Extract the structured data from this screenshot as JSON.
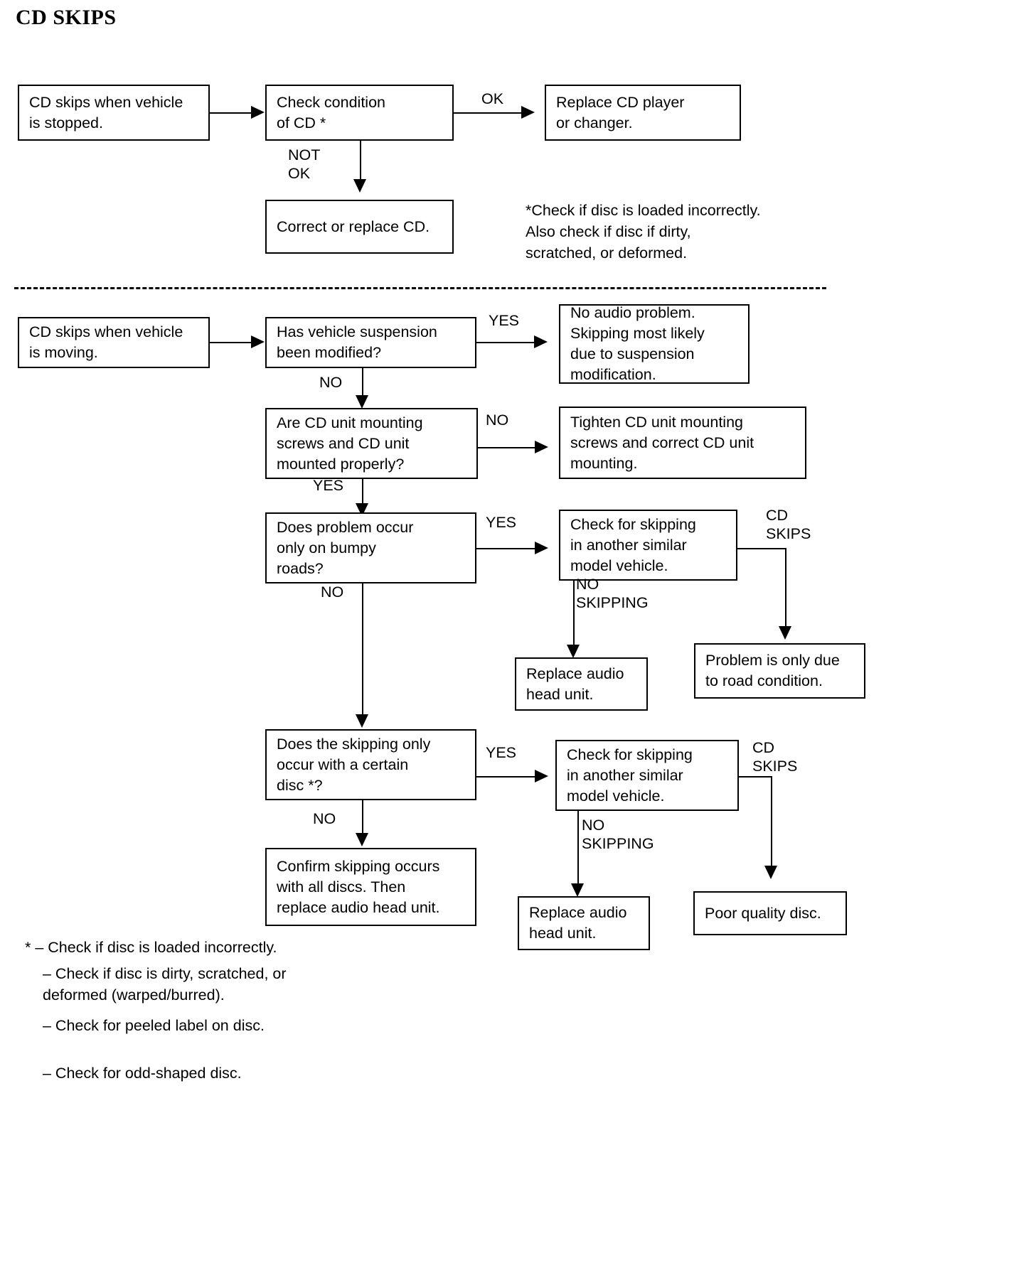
{
  "page": {
    "title": "CD SKIPS"
  },
  "section_stopped": {
    "start": "CD skips when vehicle\nis stopped.",
    "check": "Check condition\nof CD *",
    "ok_label": "OK",
    "replace_player": "Replace CD player\nor changer.",
    "not_ok_label": "NOT\nOK",
    "correct_cd": "Correct or replace CD.",
    "footnote": "*Check if disc is loaded incorrectly.\n Also check if disc if dirty,\n scratched, or deformed."
  },
  "section_moving": {
    "start": "CD skips when vehicle\nis moving.",
    "q_suspension": "Has vehicle suspension\nbeen modified?",
    "yes_label_1": "YES",
    "no_audio_problem": "No audio problem.\nSkipping most likely\ndue to suspension\nmodification.",
    "no_label_1": "NO",
    "q_mounting": "Are CD unit mounting\nscrews and CD unit\nmounted properly?",
    "no_label_2": "NO",
    "tighten": "Tighten CD unit mounting\nscrews and correct CD unit\nmounting.",
    "yes_label_2": "YES",
    "q_bumpy": "Does problem occur\nonly on bumpy\nroads?",
    "yes_label_3": "YES",
    "check_similar_1": "Check for skipping\nin another similar\nmodel vehicle.",
    "cd_skips_label_1": "CD\nSKIPS",
    "no_skipping_label_1": "NO\nSKIPPING",
    "replace_head_unit_1": "Replace audio\nhead unit.",
    "road_condition": "Problem is only due\nto road condition.",
    "no_label_3": "NO",
    "q_certain_disc": "Does the skipping only\noccur with a certain\ndisc *?",
    "yes_label_4": "YES",
    "check_similar_2": "Check for skipping\nin another similar\nmodel vehicle.",
    "cd_skips_label_2": "CD\nSKIPS",
    "no_skipping_label_2": "NO\nSKIPPING",
    "replace_head_unit_2": "Replace audio\nhead unit.",
    "poor_quality": "Poor quality disc.",
    "no_label_4": "NO",
    "confirm_all_discs": "Confirm skipping occurs\nwith all discs. Then\nreplace audio head unit."
  },
  "footnotes": {
    "line1": "* – Check if disc is loaded incorrectly.",
    "line2": "– Check if disc is dirty, scratched, or\ndeformed (warped/burred).",
    "line3": "– Check for peeled label on disc.",
    "line4": "– Check for odd-shaped disc."
  }
}
